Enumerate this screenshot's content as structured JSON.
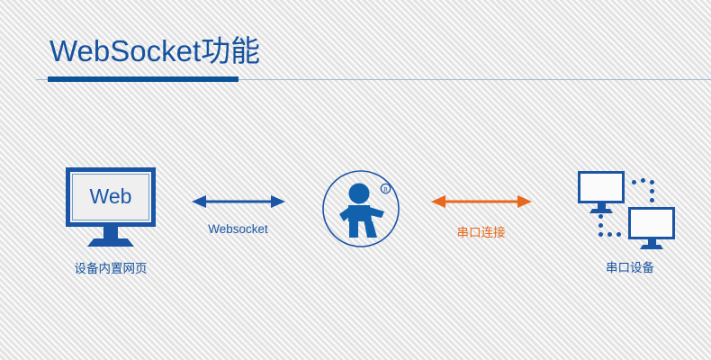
{
  "page": {
    "title": "WebSocket功能",
    "background_color": "#ebebeb",
    "accent_blue": "#15529f",
    "accent_orange": "#e8671c"
  },
  "header": {
    "title": "WebSocket功能"
  },
  "diagram": {
    "left_node": {
      "screen_text": "Web",
      "caption": "设备内置网页",
      "icon": "desktop-monitor-icon",
      "color": "#1b55a5"
    },
    "left_connector": {
      "label": "Websocket",
      "icon": "double-arrow-horizontal-icon",
      "color": "#1b55a5"
    },
    "center_node": {
      "icon": "running-person-logo-icon",
      "trademark": "®",
      "color": "#1b55a5"
    },
    "right_connector": {
      "label": "串口连接",
      "icon": "double-arrow-horizontal-icon",
      "color": "#e8671c"
    },
    "right_node": {
      "caption": "串口设备",
      "icon": "two-monitors-network-icon",
      "color": "#1b55a5"
    }
  }
}
